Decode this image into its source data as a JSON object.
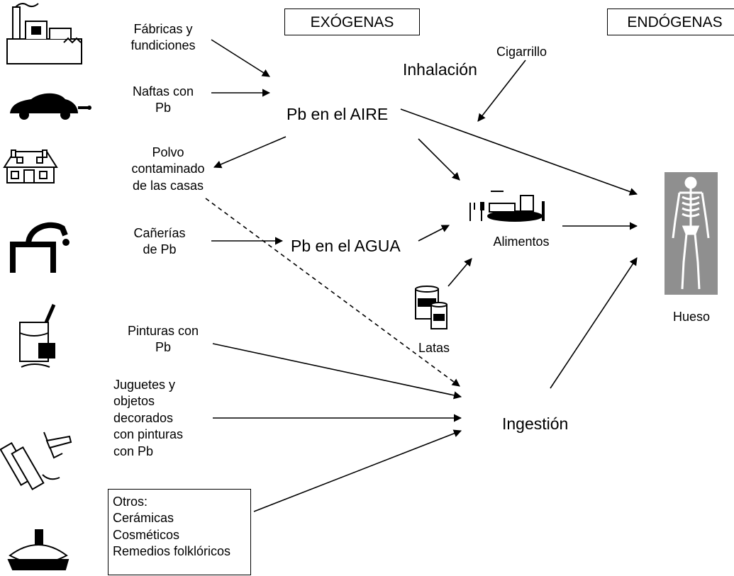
{
  "headers": {
    "exogenas": "EXÓGENAS",
    "endogenas": "ENDÓGENAS"
  },
  "sources": {
    "fabricas": "Fábricas y\nfundiciones",
    "naftas": "Naftas con\nPb",
    "polvo": "Polvo\ncontaminado\nde las casas",
    "canerias": "Cañerías\nde Pb",
    "pinturas": "Pinturas con\nPb",
    "juguetes": "Juguetes y\nobjetos\ndecorados\ncon pinturas\ncon Pb",
    "otros": "Otros:\nCerámicas\nCosméticos\nRemedios folklóricos"
  },
  "nodes": {
    "aire": "Pb en el AIRE",
    "agua": "Pb en el AGUA",
    "inhalacion": "Inhalación",
    "cigarrillo": "Cigarrillo",
    "alimentos": "Alimentos",
    "latas": "Latas",
    "ingestion": "Ingestión",
    "hueso": "Hueso"
  },
  "icons": {
    "factory": "factory-icon",
    "car": "car-icon",
    "house": "house-icon",
    "faucet": "faucet-icon",
    "paint": "paint-can-icon",
    "toys": "toys-icon",
    "ceramics": "ceramics-icon",
    "cans": "cans-icon",
    "food": "food-plate-icon",
    "skeleton": "skeleton-icon"
  },
  "colors": {
    "ink": "#000000",
    "bone_bg": "#8f8f8f"
  }
}
